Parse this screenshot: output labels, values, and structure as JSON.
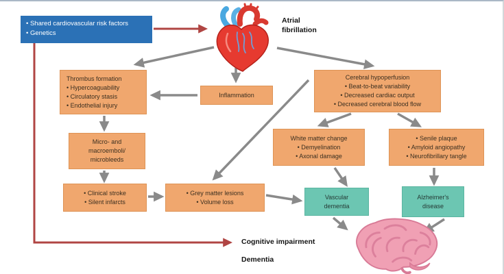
{
  "colors": {
    "risk_box_blue": "#2b71b6",
    "process_box_orange": "#f0a76e",
    "outcome_box_teal": "#6cc6b2",
    "arrow_gray": "#8a8a8a",
    "arrow_red": "#b04543",
    "heart_red": "#e63a30",
    "brain_pink": "#f0a0b4"
  },
  "risk_factors_box": {
    "items": [
      "• Shared cardiovascular risk factors",
      "• Genetics"
    ]
  },
  "atrial_fibrillation_label": {
    "line1": "Atrial",
    "line2": "fibrillation"
  },
  "boxes": {
    "thrombus": {
      "title": "Thrombus formation",
      "items": [
        "• Hypercoaguability",
        "• Circulatory stasis",
        "• Endothelial injury"
      ]
    },
    "inflammation": {
      "title": "Inflammation"
    },
    "cerebral": {
      "title": "Cerebral hypoperfusion",
      "items": [
        "• Beat-to-beat variability",
        "• Decreased cardiac output",
        "• Decreased cerebral blood flow"
      ]
    },
    "white_matter": {
      "title": "White matter change",
      "items": [
        "• Demyelination",
        "• Axonal damage"
      ]
    },
    "senile_plaque": {
      "items": [
        "• Senile plaque",
        "• Amyloid angiopathy",
        "• Neurofibrillary tangle"
      ]
    },
    "micro_emboli": {
      "lines": [
        "Micro- and",
        "macroemboli/",
        "microbleeds"
      ]
    },
    "stroke": {
      "items": [
        "• Clinical stroke",
        "• Silent infarcts"
      ]
    },
    "grey_matter": {
      "items": [
        "• Grey matter lesions",
        "• Volume loss"
      ]
    },
    "vascular_dementia": {
      "lines": [
        "Vascular",
        "dementia"
      ]
    },
    "alzheimers": {
      "lines": [
        "Alzheimer's",
        "disease"
      ]
    }
  },
  "outcome_labels": {
    "cognitive_impairment": "Cognitive impairment",
    "dementia": "Dementia"
  }
}
